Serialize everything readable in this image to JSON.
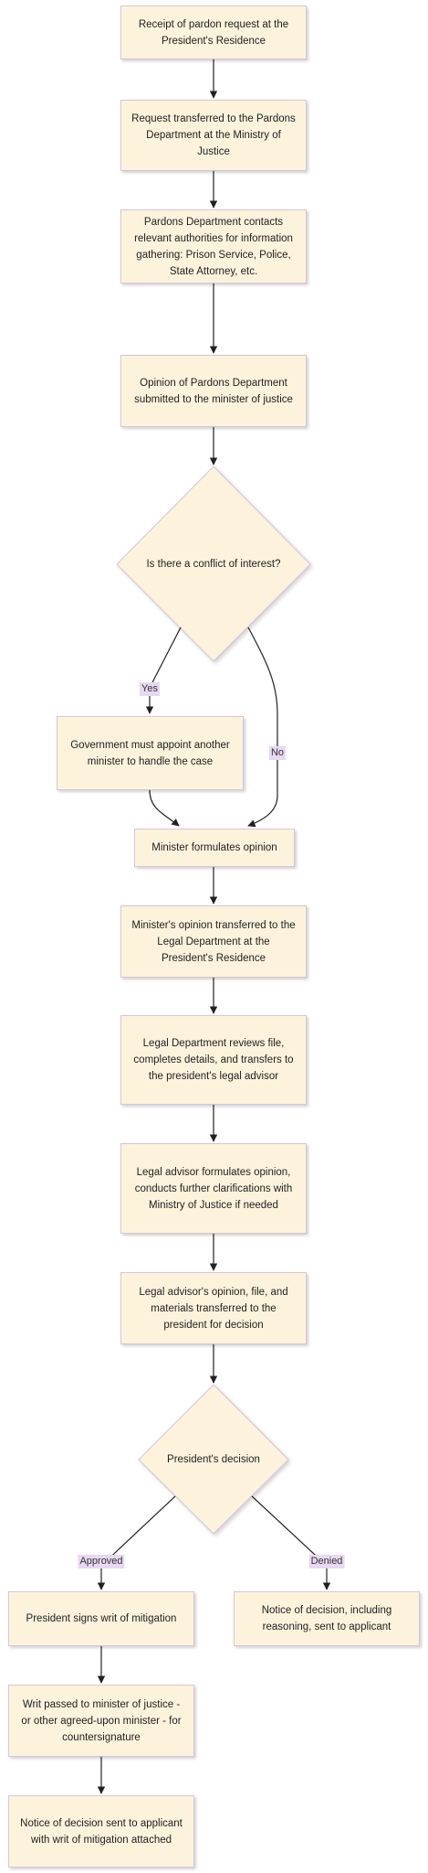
{
  "colors": {
    "node_fill": "#fdf3dd",
    "node_border": "#d9c4d6",
    "edge": "#222222",
    "label_bg": "#e8d8f2"
  },
  "nodes": {
    "receipt": "Receipt of pardon request at the President's Residence",
    "transfer_to_pardons": "Request transferred to the Pardons Department at the Ministry of Justice",
    "pardons_contacts": "Pardons Department contacts relevant authorities for information gathering: Prison Service, Police, State Attorney, etc.",
    "opinion_submitted": "Opinion of Pardons Department submitted to the minister of justice",
    "conflict_decision": "Is there a conflict of interest?",
    "appoint_minister": "Government must appoint another minister to handle the case",
    "minister_formulates": "Minister formulates opinion",
    "opinion_to_legal": "Minister's opinion transferred to the Legal Department at the President's Residence",
    "legal_reviews": "Legal Department reviews file, completes details, and transfers to the president's legal advisor",
    "advisor_formulates": "Legal advisor formulates opinion, conducts further clarifications with Ministry of Justice if needed",
    "advisor_to_president": "Legal advisor's opinion, file, and materials transferred to the president for decision",
    "president_decision": "President's decision",
    "president_signs": "President signs writ of mitigation",
    "notice_denied": "Notice of decision, including reasoning, sent to applicant",
    "writ_countersign": "Writ passed to minister of justice - or other agreed-upon minister - for countersignature",
    "notice_approved": "Notice of decision sent to applicant with writ of mitigation attached"
  },
  "edge_labels": {
    "yes": "Yes",
    "no": "No",
    "approved": "Approved",
    "denied": "Denied"
  }
}
